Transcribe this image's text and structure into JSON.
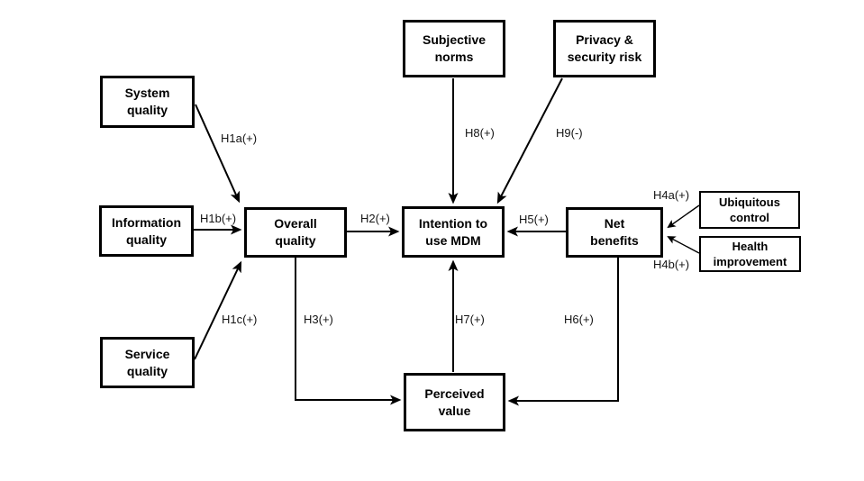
{
  "diagram": {
    "type": "hypothesis-model",
    "colors": {
      "background": "#ffffff",
      "box_border": "#000000",
      "box_fill": "#ffffff",
      "text": "#000000",
      "arrow": "#000000"
    },
    "nodes": {
      "system_quality": {
        "label": "System\nquality"
      },
      "information_quality": {
        "label": "Information\nquality"
      },
      "service_quality": {
        "label": "Service\nquality"
      },
      "overall_quality": {
        "label": "Overall\nquality"
      },
      "subjective_norms": {
        "label": "Subjective\nnorms"
      },
      "privacy_security_risk": {
        "label": "Privacy &\nsecurity risk"
      },
      "intention_to_use_mdm": {
        "label": "Intention to\nuse MDM"
      },
      "net_benefits": {
        "label": "Net\nbenefits"
      },
      "ubiquitous_control": {
        "label": "Ubiquitous\ncontrol"
      },
      "health_improvement": {
        "label": "Health\nimprovement"
      },
      "perceived_value": {
        "label": "Perceived\nvalue"
      }
    },
    "edges": {
      "h1a": {
        "label": "H1a(+)",
        "from": "system_quality",
        "to": "overall_quality"
      },
      "h1b": {
        "label": "H1b(+)",
        "from": "information_quality",
        "to": "overall_quality"
      },
      "h1c": {
        "label": "H1c(+)",
        "from": "service_quality",
        "to": "overall_quality"
      },
      "h2": {
        "label": "H2(+)",
        "from": "overall_quality",
        "to": "intention_to_use_mdm"
      },
      "h3": {
        "label": "H3(+)",
        "from": "overall_quality",
        "to": "perceived_value"
      },
      "h4a": {
        "label": "H4a(+)",
        "from": "ubiquitous_control",
        "to": "net_benefits"
      },
      "h4b": {
        "label": "H4b(+)",
        "from": "health_improvement",
        "to": "net_benefits"
      },
      "h5": {
        "label": "H5(+)",
        "from": "net_benefits",
        "to": "intention_to_use_mdm"
      },
      "h6": {
        "label": "H6(+)",
        "from": "net_benefits",
        "to": "perceived_value"
      },
      "h7": {
        "label": "H7(+)",
        "from": "perceived_value",
        "to": "intention_to_use_mdm"
      },
      "h8": {
        "label": "H8(+)",
        "from": "subjective_norms",
        "to": "intention_to_use_mdm"
      },
      "h9": {
        "label": "H9(-)",
        "from": "privacy_security_risk",
        "to": "intention_to_use_mdm"
      }
    }
  }
}
